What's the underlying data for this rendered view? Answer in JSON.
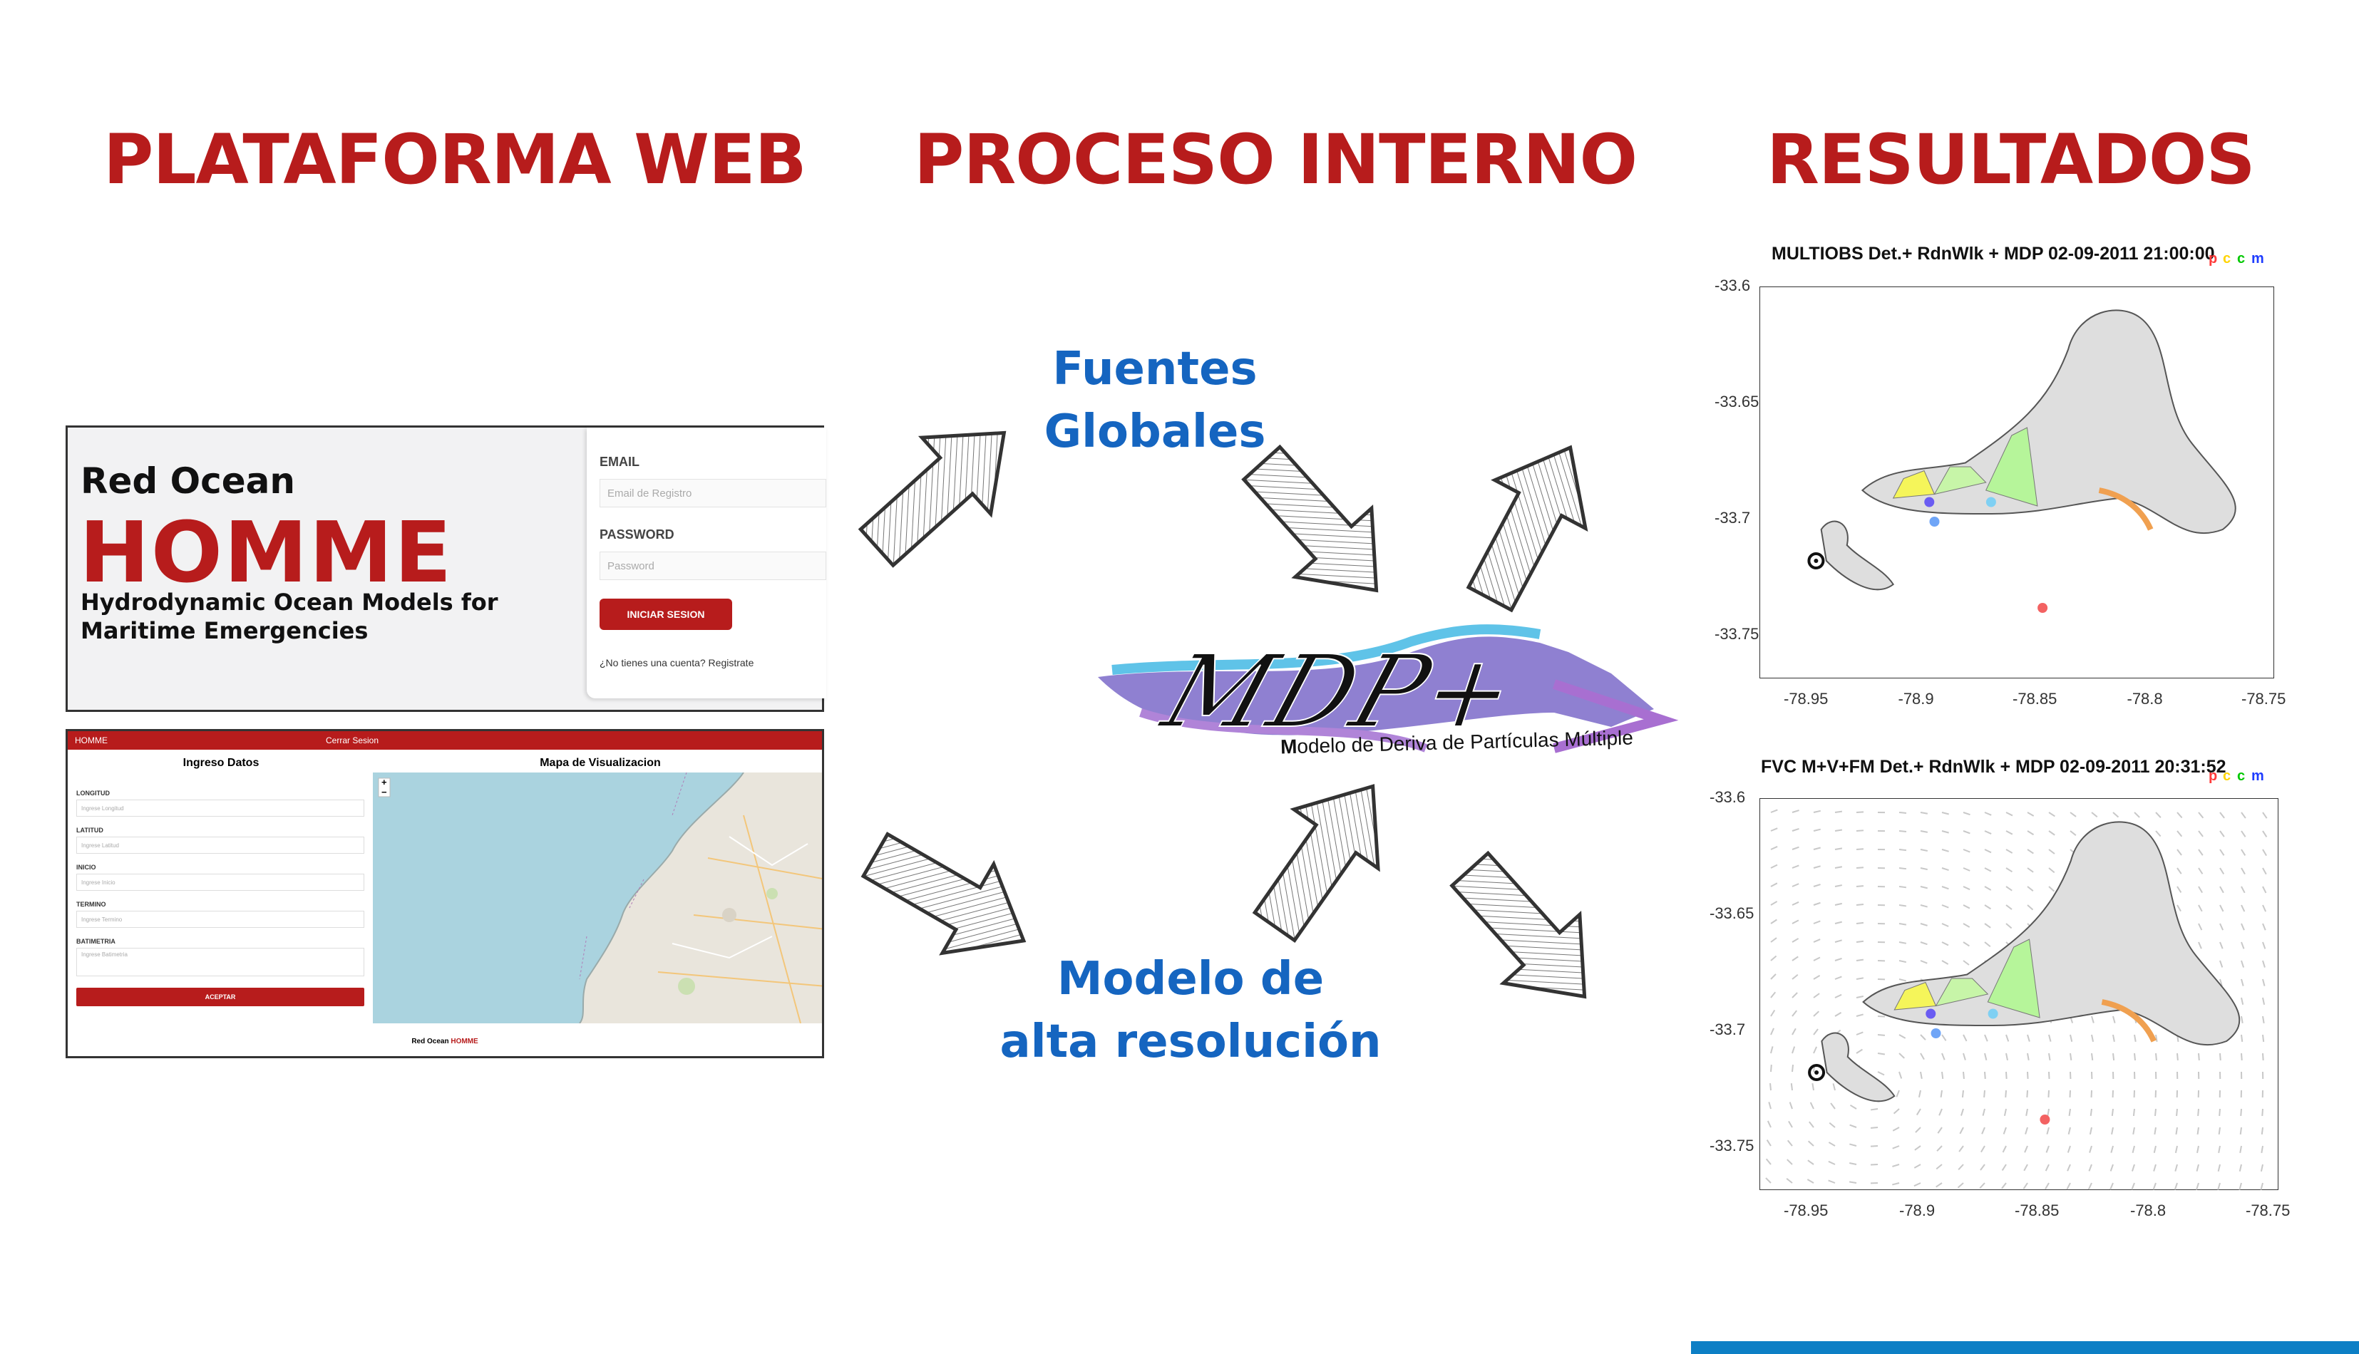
{
  "headings": {
    "web": "PLATAFORMA WEB",
    "proceso": "PROCESO INTERNO",
    "resultados": "RESULTADOS"
  },
  "process": {
    "fuentes": [
      "Fuentes",
      "Globales"
    ],
    "modelo": [
      "Modelo de",
      "alta resolución"
    ],
    "mdp_logo": "MDP+",
    "mdp_sub_m": "M",
    "mdp_sub_rest": "odelo de Deriva de Partículas Múltiple"
  },
  "login": {
    "brand_top": "Red Ocean",
    "brand_main": "HOMME",
    "brand_sub_1": "Hydrodynamic Ocean Models for",
    "brand_sub_2": "Maritime Emergencies",
    "email_label": "EMAIL",
    "email_placeholder": "Email de Registro",
    "password_label": "PASSWORD",
    "password_placeholder": "Password",
    "login_button": "INICIAR SESION",
    "register_text": "¿No tienes una cuenta? Registrate"
  },
  "data_form": {
    "nav_brand": "HOMME",
    "nav_logout": "Cerrar Sesion",
    "form_title": "Ingreso Datos",
    "map_title": "Mapa de Visualizacion",
    "fields": [
      {
        "label": "LONGITUD",
        "placeholder": "Ingrese Longitud"
      },
      {
        "label": "LATITUD",
        "placeholder": "Ingrese Latitud"
      },
      {
        "label": "INICIO",
        "placeholder": "Ingrese Inicio"
      },
      {
        "label": "TERMINO",
        "placeholder": "Ingrese Termino"
      },
      {
        "label": "BATIMETRIA",
        "placeholder": "Ingrese Batimetria"
      }
    ],
    "accept_button": "ACEPTAR",
    "zoom_in": "+",
    "zoom_out": "−",
    "footer_brand": "Red Ocean",
    "footer_red": "HOMME"
  },
  "plots": [
    {
      "title": "MULTIOBS Det.+ RdnWlk  + MDP 02-09-2011 21:00:00",
      "legend": [
        "p",
        "c",
        "c",
        "m"
      ],
      "yticks": [
        "-33.6",
        "-33.65",
        "-33.7",
        "-33.75"
      ],
      "xticks": [
        "-78.95",
        "-78.9",
        "-78.85",
        "-78.8",
        "-78.75"
      ],
      "currents": false
    },
    {
      "title": "FVC M+V+FM Det.+ RdnWlk  + MDP 02-09-2011 20:31:52",
      "legend": [
        "p",
        "c",
        "c",
        "m"
      ],
      "yticks": [
        "-33.6",
        "-33.65",
        "-33.7",
        "-33.75"
      ],
      "xticks": [
        "-78.95",
        "-78.9",
        "-78.85",
        "-78.8",
        "-78.75"
      ],
      "currents": true
    }
  ],
  "colors": {
    "accent_red": "#b71c1c",
    "label_blue": "#1565c0",
    "bar_blue": "#0d7fc5"
  }
}
